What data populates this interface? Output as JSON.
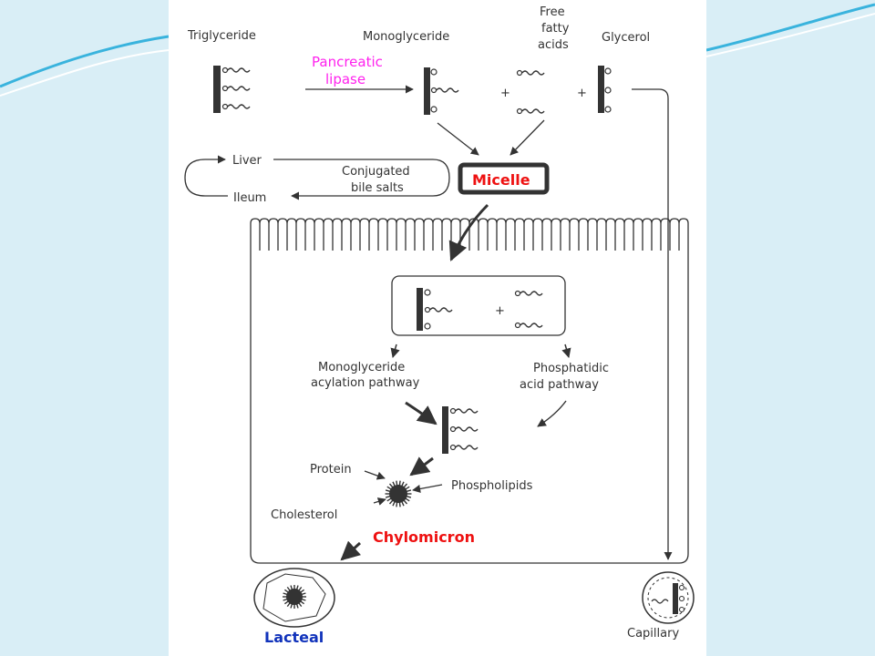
{
  "colors": {
    "slide_background": "#d9eef6",
    "swoosh": "#39b3dd",
    "pancreatic_lipase": "#ff22ee",
    "micelle": "#ee1111",
    "chylomicron": "#ee1111",
    "lacteal": "#1133bb",
    "ink": "#333333"
  },
  "diagram": {
    "triglyceride": "Triglyceride",
    "monoglyceride": "Monoglyceride",
    "free_fatty_acids": [
      "Free",
      "fatty",
      "acids"
    ],
    "glycerol": "Glycerol",
    "pancreatic_lipase": [
      "Pancreatic",
      "lipase"
    ],
    "plus": "+",
    "liver": "Liver",
    "ileum": "Ileum",
    "conjugated_bile_salts": [
      "Conjugated",
      "bile salts"
    ],
    "micelle": "Micelle",
    "monoglyceride_acylation_pathway": [
      "Monoglyceride",
      "acylation pathway"
    ],
    "phosphatidic_acid_pathway": [
      "Phosphatidic",
      "acid pathway"
    ],
    "protein": "Protein",
    "phospholipids": "Phospholipids",
    "cholesterol": "Cholesterol",
    "chylomicron": "Chylomicron",
    "lacteal": "Lacteal",
    "capillary": "Capillary"
  }
}
